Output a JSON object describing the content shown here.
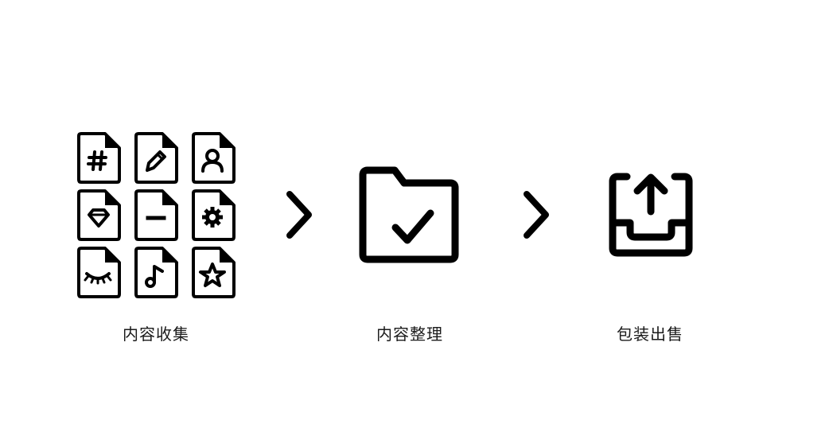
{
  "steps": [
    {
      "label": "内容收集",
      "icon": "document-grid-icon"
    },
    {
      "label": "内容整理",
      "icon": "folder-check-icon"
    },
    {
      "label": "包装出售",
      "icon": "tray-upload-icon"
    }
  ],
  "arrows": [
    "chevron-right-icon",
    "chevron-right-icon"
  ],
  "documents": [
    "hashtag-document-icon",
    "pencil-document-icon",
    "user-document-icon",
    "diamond-document-icon",
    "minus-document-icon",
    "gear-document-icon",
    "closed-eye-document-icon",
    "music-note-document-icon",
    "star-document-icon"
  ],
  "colors": {
    "ink": "#000000",
    "background": "#ffffff",
    "text": "#1a1a1a"
  }
}
